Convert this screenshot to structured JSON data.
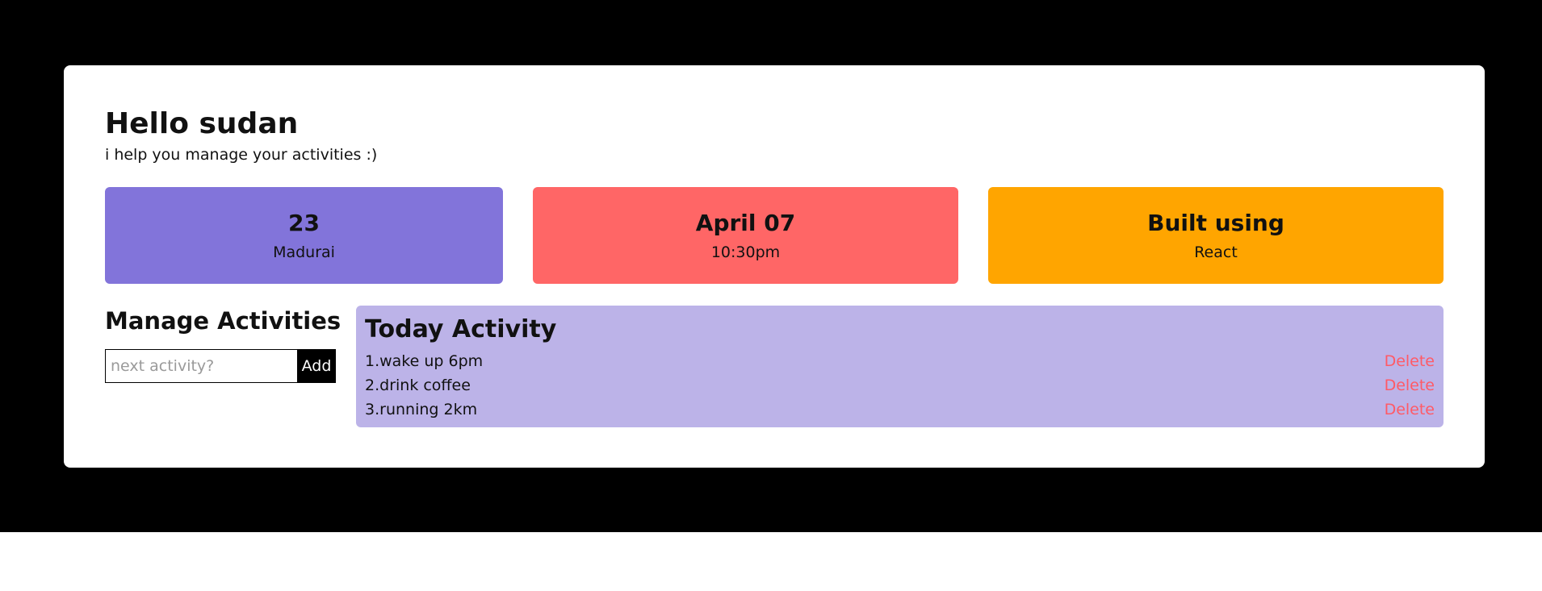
{
  "header": {
    "greeting": "Hello sudan",
    "subtitle": "i help you manage your activities :)"
  },
  "tiles": [
    {
      "main": "23",
      "sub": "Madurai",
      "color": "#8274da"
    },
    {
      "main": "April 07",
      "sub": "10:30pm",
      "color": "#ff6666"
    },
    {
      "main": "Built using",
      "sub": "React",
      "color": "#ffa500"
    }
  ],
  "manage": {
    "title": "Manage Activities",
    "input_placeholder": "next activity?",
    "add_label": "Add"
  },
  "activities": {
    "title": "Today Activity",
    "panel_color": "#bcb3e8",
    "delete_color": "#ff5a66",
    "items": [
      {
        "text": "1.wake up 6pm",
        "delete_label": "Delete"
      },
      {
        "text": "2.drink coffee",
        "delete_label": "Delete"
      },
      {
        "text": "3.running 2km",
        "delete_label": "Delete"
      }
    ]
  }
}
